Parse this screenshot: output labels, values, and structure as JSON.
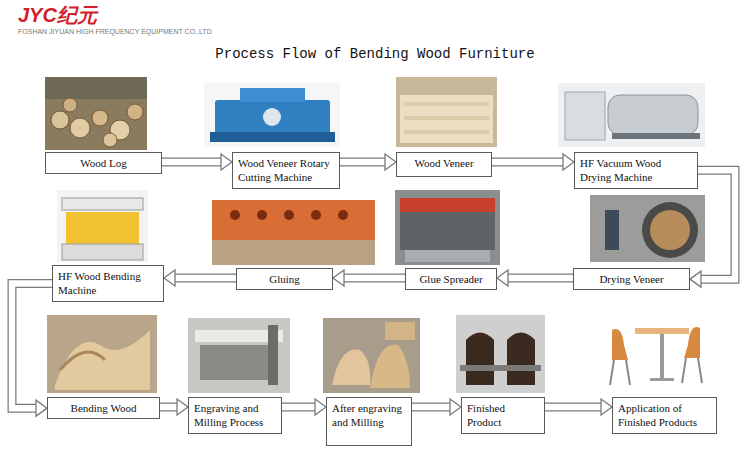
{
  "diagram": {
    "title": "Process Flow of Bending Wood Furniture",
    "nodes": [
      {
        "text": [
          "Wood Log"
        ]
      },
      {
        "text": [
          "Wood Veneer Rotary Cutting Machine"
        ]
      },
      {
        "text": [
          "Wood Veneer"
        ]
      },
      {
        "text": [
          "HF Vacuum Wood Drying Machine"
        ]
      },
      {
        "text": [
          "Drying Veneer"
        ]
      },
      {
        "text": [
          "Glue Spreader"
        ]
      },
      {
        "text": [
          "Gluing"
        ]
      },
      {
        "text": [
          "HF Wood Bending Machine"
        ]
      },
      {
        "text": [
          "Bending Wood"
        ]
      },
      {
        "text": [
          "Engraving and Milling Process"
        ]
      },
      {
        "text": [
          "After engraving and Milling"
        ]
      },
      {
        "text": [
          "Finished Product"
        ]
      },
      {
        "text": [
          "Application of Finished Products"
        ]
      }
    ],
    "edges": [
      {
        "from": 0,
        "to": 1,
        "arrow": "to"
      },
      {
        "from": 1,
        "to": 2,
        "arrow": "to"
      },
      {
        "from": 2,
        "to": 3,
        "arrow": "to"
      },
      {
        "from": 3,
        "to": 4,
        "arrow": "to"
      },
      {
        "from": 4,
        "to": 5,
        "arrow": "to"
      },
      {
        "from": 5,
        "to": 6,
        "arrow": "to"
      },
      {
        "from": 6,
        "to": 7,
        "arrow": "to"
      },
      {
        "from": 7,
        "to": 8,
        "arrow": "to"
      },
      {
        "from": 8,
        "to": 9,
        "arrow": "to"
      },
      {
        "from": 9,
        "to": 10,
        "arrow": "to"
      },
      {
        "from": 10,
        "to": 11,
        "arrow": "to"
      },
      {
        "from": 11,
        "to": 12,
        "arrow": "to"
      }
    ],
    "labels": [
      "JYC纪元",
      "FOSHAN JIYUAN HIGH FREQUENCY EQUIPMENT CO.,LTD"
    ]
  }
}
